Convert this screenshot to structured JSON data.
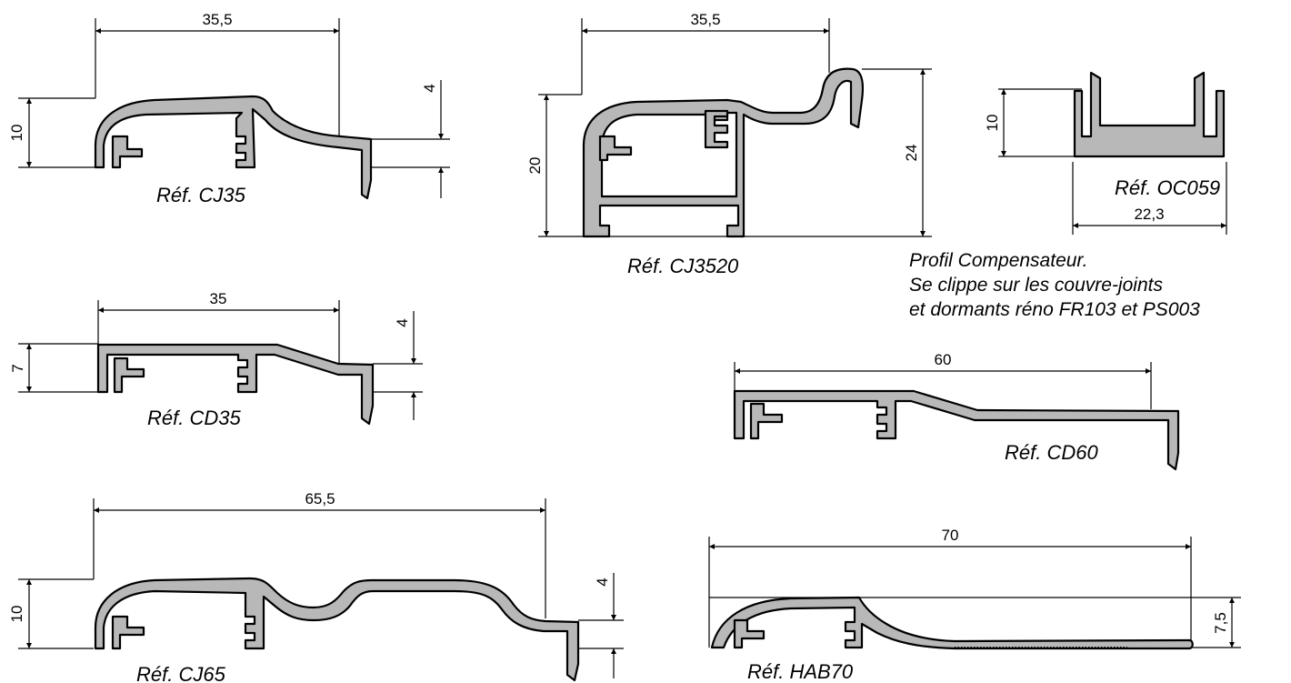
{
  "profiles": [
    {
      "id": "cj35",
      "ref": "Réf. CJ35",
      "dims": {
        "width": "35,5",
        "height": "10",
        "step": "4"
      }
    },
    {
      "id": "cj3520",
      "ref": "Réf. CJ3520",
      "dims": {
        "width": "35,5",
        "height": "20",
        "total_height": "24"
      }
    },
    {
      "id": "oc059",
      "ref": "Réf. OC059",
      "dims": {
        "height": "10",
        "width": "22,3"
      }
    },
    {
      "id": "cd35",
      "ref": "Réf. CD35",
      "dims": {
        "width": "35",
        "height": "7",
        "step": "4"
      }
    },
    {
      "id": "cd60",
      "ref": "Réf. CD60",
      "dims": {
        "width": "60"
      }
    },
    {
      "id": "cj65",
      "ref": "Réf. CJ65",
      "dims": {
        "width": "65,5",
        "height": "10",
        "step": "4"
      }
    },
    {
      "id": "hab70",
      "ref": "Réf. HAB70",
      "dims": {
        "width": "70",
        "height": "7,5"
      }
    }
  ],
  "note": {
    "line1": "Profil Compensateur.",
    "line2": "Se clippe sur les couvre-joints",
    "line3": "et dormants réno FR103 et PS003"
  }
}
